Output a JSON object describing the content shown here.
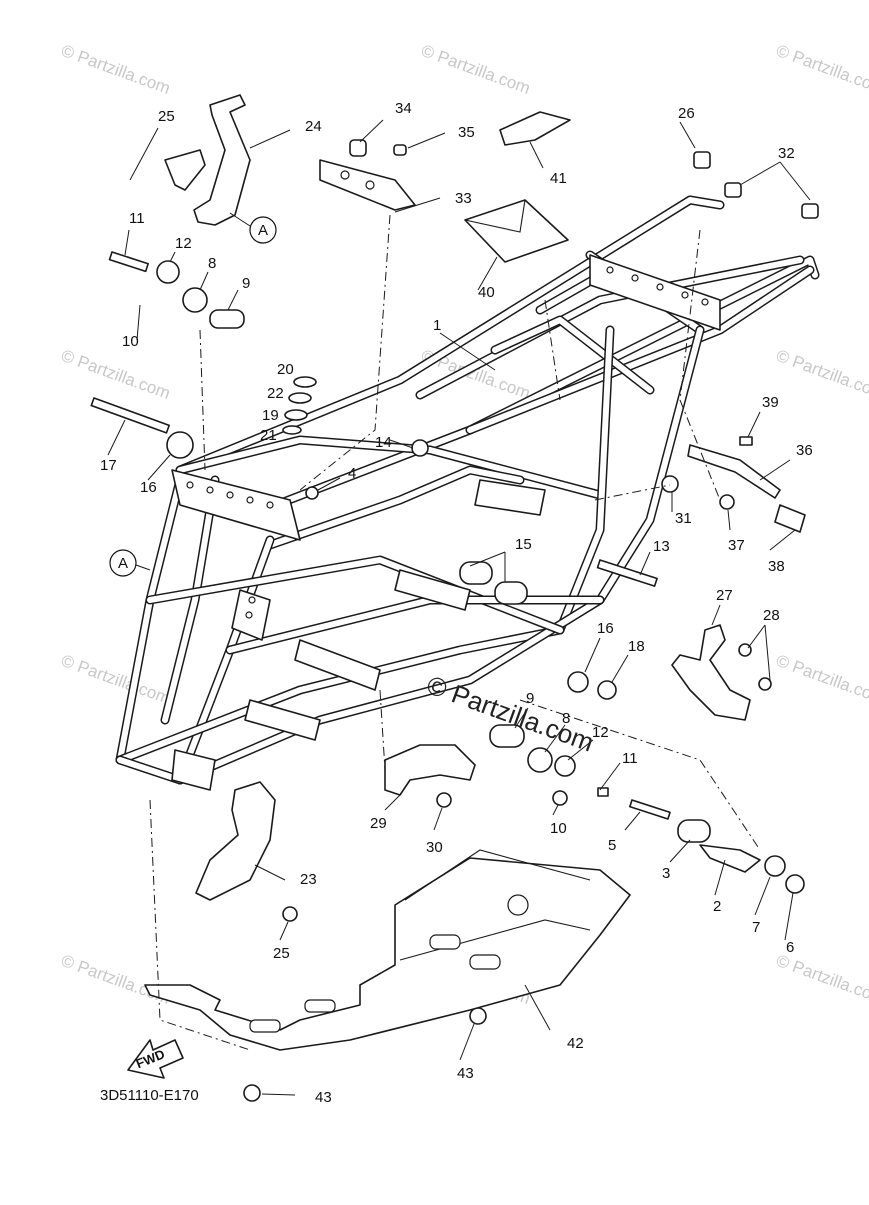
{
  "diagram": {
    "drawing_code": "3D51110-E170",
    "fwd_label": "FWD",
    "ref_label": "A",
    "center_watermark": "© Partzilla.com",
    "watermark": "© Partzilla.com",
    "callouts": [
      "1",
      "2",
      "3",
      "4",
      "5",
      "6",
      "7",
      "8",
      "9",
      "10",
      "11",
      "12",
      "13",
      "14",
      "15",
      "16",
      "17",
      "18",
      "19",
      "20",
      "21",
      "22",
      "23",
      "24",
      "25",
      "26",
      "27",
      "28",
      "29",
      "30",
      "31",
      "32",
      "33",
      "34",
      "35",
      "36",
      "37",
      "38",
      "39",
      "40",
      "41",
      "42",
      "43"
    ]
  }
}
